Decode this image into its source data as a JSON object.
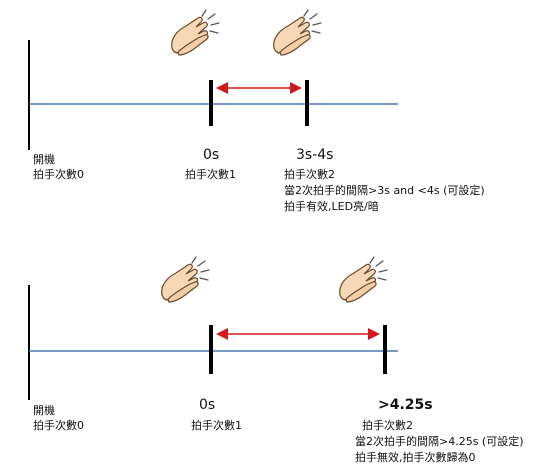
{
  "diagram": {
    "colors": {
      "baseline": "#4a78b0",
      "tick": "#000000",
      "arrow": "#d11a1a",
      "hand_fill": "#f6d8b6",
      "hand_stroke": "#6b4a2a"
    },
    "top": {
      "start": {
        "line1": "開機",
        "line2": "拍手次數0"
      },
      "first": {
        "time": "0s",
        "label": "拍手次數1"
      },
      "second": {
        "time": "3s-4s",
        "line1": "拍手次數2",
        "line2": "當2次拍手的間隔>3s and <4s (可設定)",
        "line3": "拍手有效,LED亮/暗"
      }
    },
    "bottom": {
      "start": {
        "line1": "開機",
        "line2": "拍手次數0"
      },
      "first": {
        "time": "0s",
        "label": "拍手次數1"
      },
      "second": {
        "time": ">4.25s",
        "line1": "拍手次數2",
        "line2": "當2次拍手的間隔>4.25s (可設定)",
        "line3": "拍手無效,拍手次數歸為0"
      }
    },
    "icons": [
      "clapping-hands-icon",
      "clapping-hands-icon",
      "clapping-hands-icon",
      "clapping-hands-icon"
    ]
  }
}
